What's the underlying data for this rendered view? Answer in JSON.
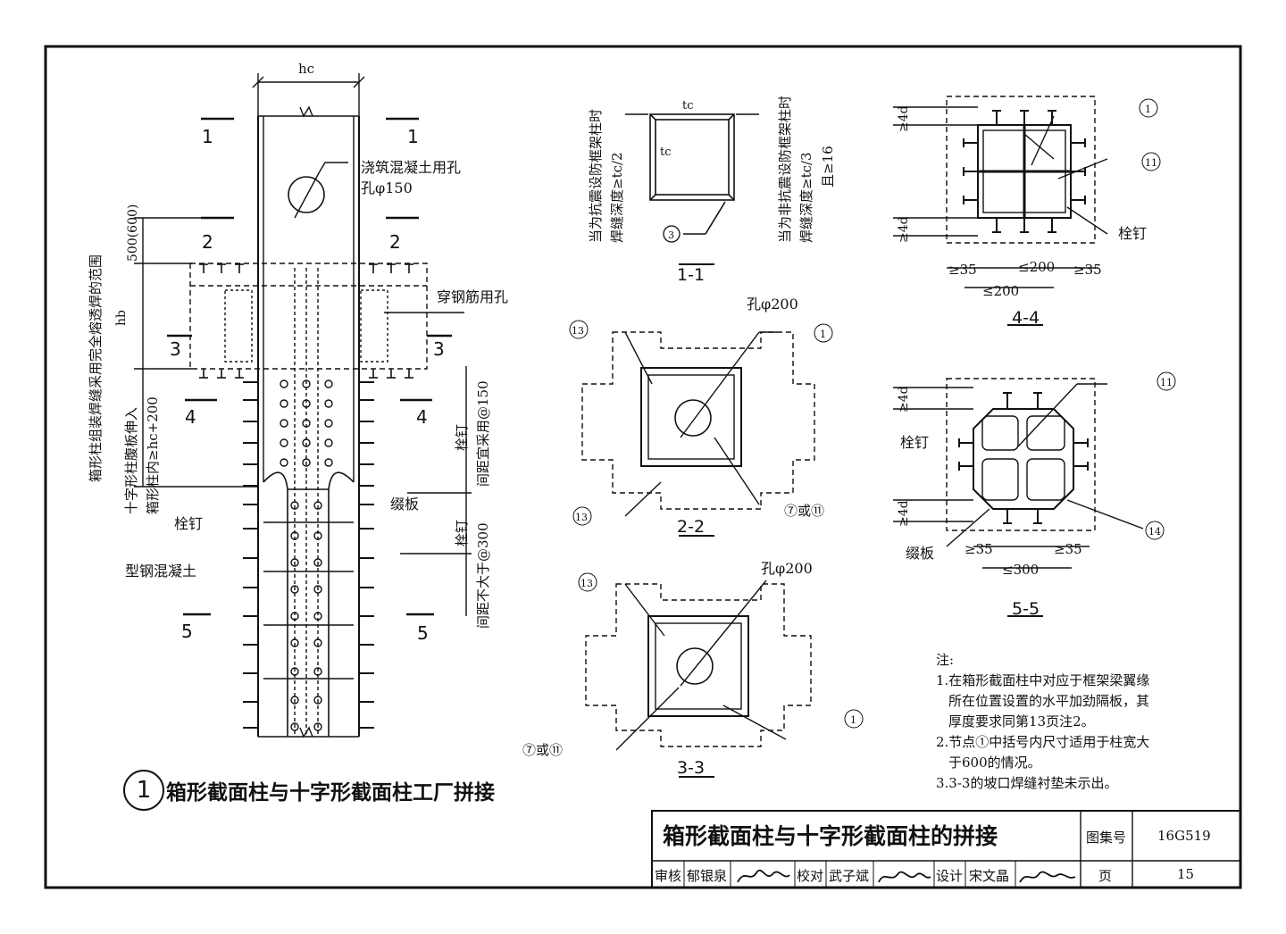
{
  "detail": {
    "number": "1",
    "title": "箱形截面柱与十字形截面柱工厂拼接"
  },
  "elevation": {
    "dim_hc": "hc",
    "dim_hb": "hb",
    "section_marks": [
      "1",
      "2",
      "3",
      "4",
      "5"
    ],
    "dim_500": "500(600)",
    "label_pour_hole": "浇筑混凝土用孔",
    "label_pour_hole_size": "孔φ150",
    "label_rebar_hole": "穿钢筋用孔",
    "label_vertical_1": "箱形柱组装焊缝采用完全熔透焊的范围",
    "label_vertical_2": "十字形柱腹板伸入",
    "label_vertical_3": "箱形柱内≥hc+200",
    "label_stud_spacing_1_a": "栓钉",
    "label_stud_spacing_1_b": "间距宜采用@150",
    "label_stud_spacing_2_a": "栓钉",
    "label_stud_spacing_2_b": "间距不大于@300",
    "label_stud": "栓钉",
    "label_batten": "缀板",
    "label_src": "型钢混凝土"
  },
  "sec11": {
    "caption": "1-1",
    "tc": "tc",
    "note_left_1": "当为抗震设防框架柱时",
    "note_left_2": "焊缝深度≥tc/2",
    "note_right_1": "当为非抗震设防框架柱时",
    "note_right_2": "焊缝深度≥tc/3",
    "note_right_3": "且≥16",
    "weld_ref": "3"
  },
  "sec22": {
    "caption": "2-2",
    "hole": "孔φ200",
    "weld_13": "13",
    "weld_1": "1",
    "weld_7": "⑦或⑪"
  },
  "sec33": {
    "caption": "3-3",
    "hole": "孔φ200",
    "weld_13": "13",
    "weld_1": "1",
    "weld_7": "⑦或⑪"
  },
  "sec44": {
    "caption": "4-4",
    "dim_4d_top": "≥4d",
    "dim_4d_bot": "≥4d",
    "dim_35_left": "≥35",
    "dim_200_mid": "≤200",
    "dim_35_right": "≥35",
    "dim_200_bot": "≤200",
    "weld_1": "1",
    "weld_11": "11",
    "label_stud": "栓钉"
  },
  "sec55": {
    "caption": "5-5",
    "dim_4d_top": "≥4d",
    "dim_4d_bot": "≥4d",
    "dim_35_left": "≥35",
    "dim_35_right": "≥35",
    "dim_300": "≤300",
    "weld_11": "11",
    "weld_14": "14",
    "label_stud": "栓钉",
    "label_batten": "缀板"
  },
  "notes": {
    "heading": "注:",
    "n1_a": "1.在箱形截面柱中对应于框架梁翼缘",
    "n1_b": "所在位置设置的水平加劲隔板，其",
    "n1_c": "厚度要求同第13页注2。",
    "n2_a": "2.节点①中括号内尺寸适用于柱宽大",
    "n2_b": "于600的情况。",
    "n3": "3.3-3的坡口焊缝衬垫未示出。"
  },
  "titleblock": {
    "title": "箱形截面柱与十字形截面柱的拼接",
    "atlas_label": "图集号",
    "atlas_no": "16G519",
    "review_label": "审核",
    "review_name": "郁银泉",
    "check_label": "校对",
    "check_name": "武子斌",
    "design_label": "设计",
    "design_name": "宋文晶",
    "page_label": "页",
    "page_no": "15"
  }
}
